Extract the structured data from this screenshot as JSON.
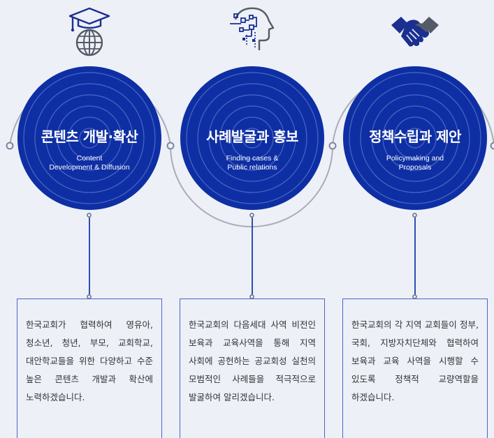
{
  "colors": {
    "circle": "#0e2fa4",
    "accent": "#2d4fb3",
    "background": "#eef0f8",
    "text": "#333333"
  },
  "columns": [
    {
      "icon": "graduation-globe-icon",
      "title": "콘텐츠 개발·확산",
      "subtitle_lines": [
        "Content",
        "Development & Diffusion"
      ],
      "body": "한국교회가 협력하여 영유아, 청소년, 청년, 부모, 교회학교, 대안학교들을 위한 다양하고 수준 높은 콘텐츠 개발과 확산에 노력하겠습니다."
    },
    {
      "icon": "brain-circuit-icon",
      "title": "사례발굴과 홍보",
      "subtitle_lines": [
        "Finding cases &",
        "Public relations"
      ],
      "body": "한국교회의 다음세대 사역 비전인 보육과 교육사역을 통해 지역 사회에 공헌하는 공교회성 실천의 모범적인 사례들을 적극적으로 발굴하여 알리겠습니다."
    },
    {
      "icon": "handshake-icon",
      "title": "정책수립과 제안",
      "subtitle_lines": [
        "Policymaking and",
        "Proposals"
      ],
      "body": "한국교회의 각 지역 교회들이 정부, 국회, 지방자치단체와 협력하여 보육과 교육 사역을 시행할 수 있도록 정책적 교량역할을 하겠습니다."
    }
  ]
}
